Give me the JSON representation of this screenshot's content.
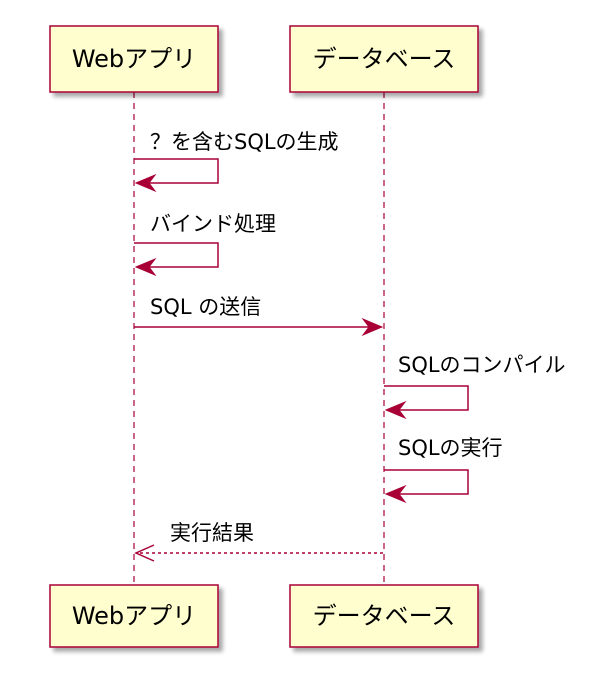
{
  "participants": [
    {
      "id": "webapp",
      "label": "Webアプリ"
    },
    {
      "id": "db",
      "label": "データベース"
    }
  ],
  "messages": [
    {
      "from": "webapp",
      "to": "webapp",
      "label": "？を含むSQLの生成",
      "style": "solid"
    },
    {
      "from": "webapp",
      "to": "webapp",
      "label": "バインド処理",
      "style": "solid"
    },
    {
      "from": "webapp",
      "to": "db",
      "label": "SQL の送信",
      "style": "solid"
    },
    {
      "from": "db",
      "to": "db",
      "label": "SQLのコンパイル",
      "style": "solid"
    },
    {
      "from": "db",
      "to": "db",
      "label": "SQLの実行",
      "style": "solid"
    },
    {
      "from": "db",
      "to": "webapp",
      "label": "実行結果",
      "style": "dashed"
    }
  ],
  "colors": {
    "line": "#A80036",
    "box_fill": "#FEFECE",
    "text": "#000000"
  }
}
